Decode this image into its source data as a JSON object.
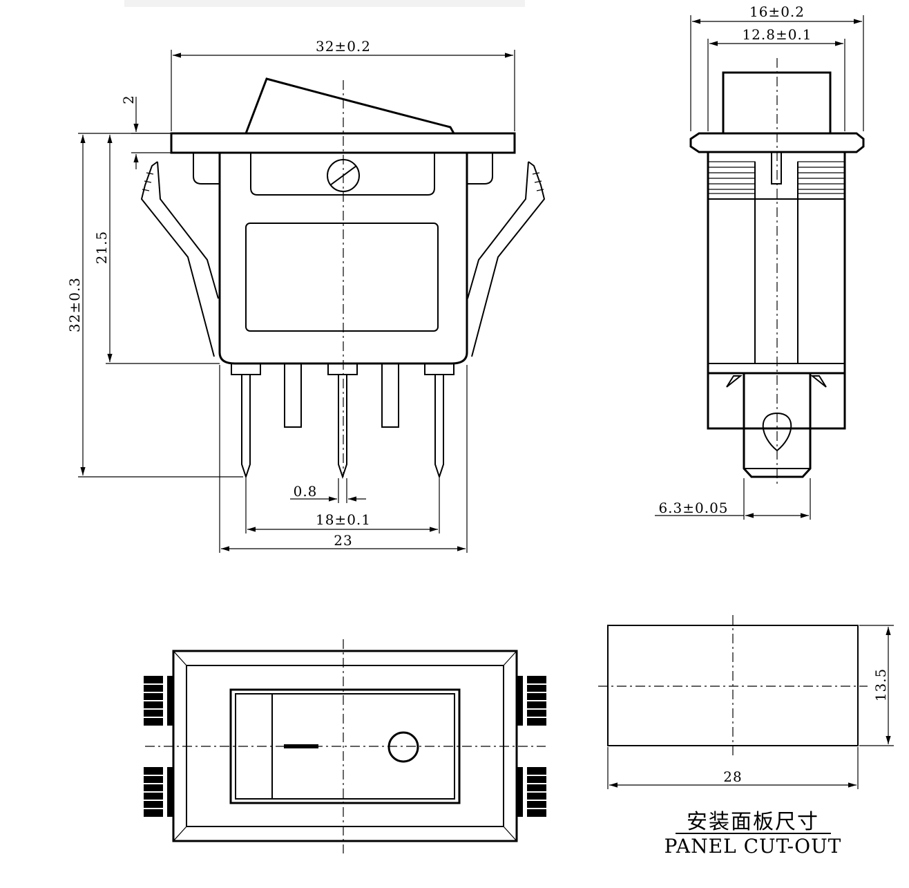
{
  "front_view": {
    "dim_width_top": "32±0.2",
    "dim_height_total": "32±0.3",
    "dim_height_body": "21.5",
    "dim_flange": "2",
    "dim_pin_width": "0.8",
    "dim_pin_pitch": "18±0.1",
    "dim_body_width": "23"
  },
  "side_view": {
    "dim_width_outer": "16±0.2",
    "dim_width_inner": "12.8±0.1",
    "dim_terminal": "6.3±0.05"
  },
  "panel_cutout": {
    "dim_height": "13.5",
    "dim_width": "28",
    "title_cn": "安装面板尺寸",
    "title_en": "PANEL CUT-OUT"
  }
}
